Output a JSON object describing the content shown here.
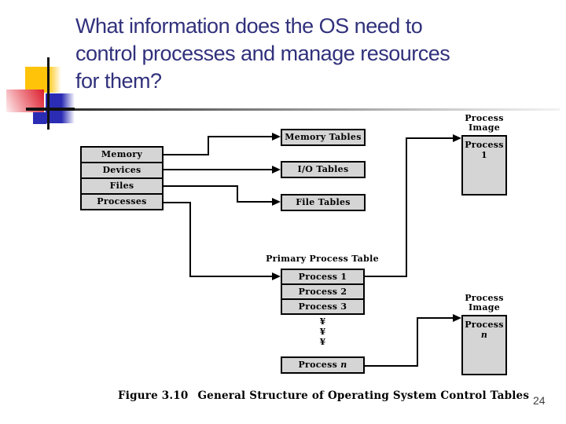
{
  "title": {
    "lines": [
      "What information does the OS need to",
      "control processes and manage resources",
      "for them?"
    ]
  },
  "page_number": "24",
  "diagram": {
    "left_table": {
      "rows": [
        "Memory",
        "Devices",
        "Files",
        "Processes"
      ]
    },
    "memory_tables_label": "Memory Tables",
    "io_tables_label": "I/O Tables",
    "file_tables_label": "File Tables",
    "primary_process_table": {
      "title": "Primary Process Table",
      "rows": [
        "Process 1",
        "Process 2",
        "Process 3"
      ],
      "dots": [
        "¥",
        "¥",
        "¥"
      ],
      "row_n": {
        "prefix": "Process ",
        "n": "n"
      }
    },
    "process_image_top": {
      "label_line1": "Process",
      "label_line2": "Image",
      "content_line1": "Process",
      "content_line2": "1"
    },
    "process_image_bottom": {
      "label_line1": "Process",
      "label_line2": "Image",
      "content_line1": "Process",
      "content_line2": "n"
    },
    "caption": {
      "figure": "Figure 3.10",
      "text": "General Structure of Operating System Control Tables"
    }
  },
  "colors": {
    "title": "#31317c",
    "box_fill": "#d5d5d5",
    "line": "#000000",
    "accent_yellow": "#ffc40a",
    "accent_red": "#dc1d2c",
    "accent_blue": "#2b2cb4"
  }
}
